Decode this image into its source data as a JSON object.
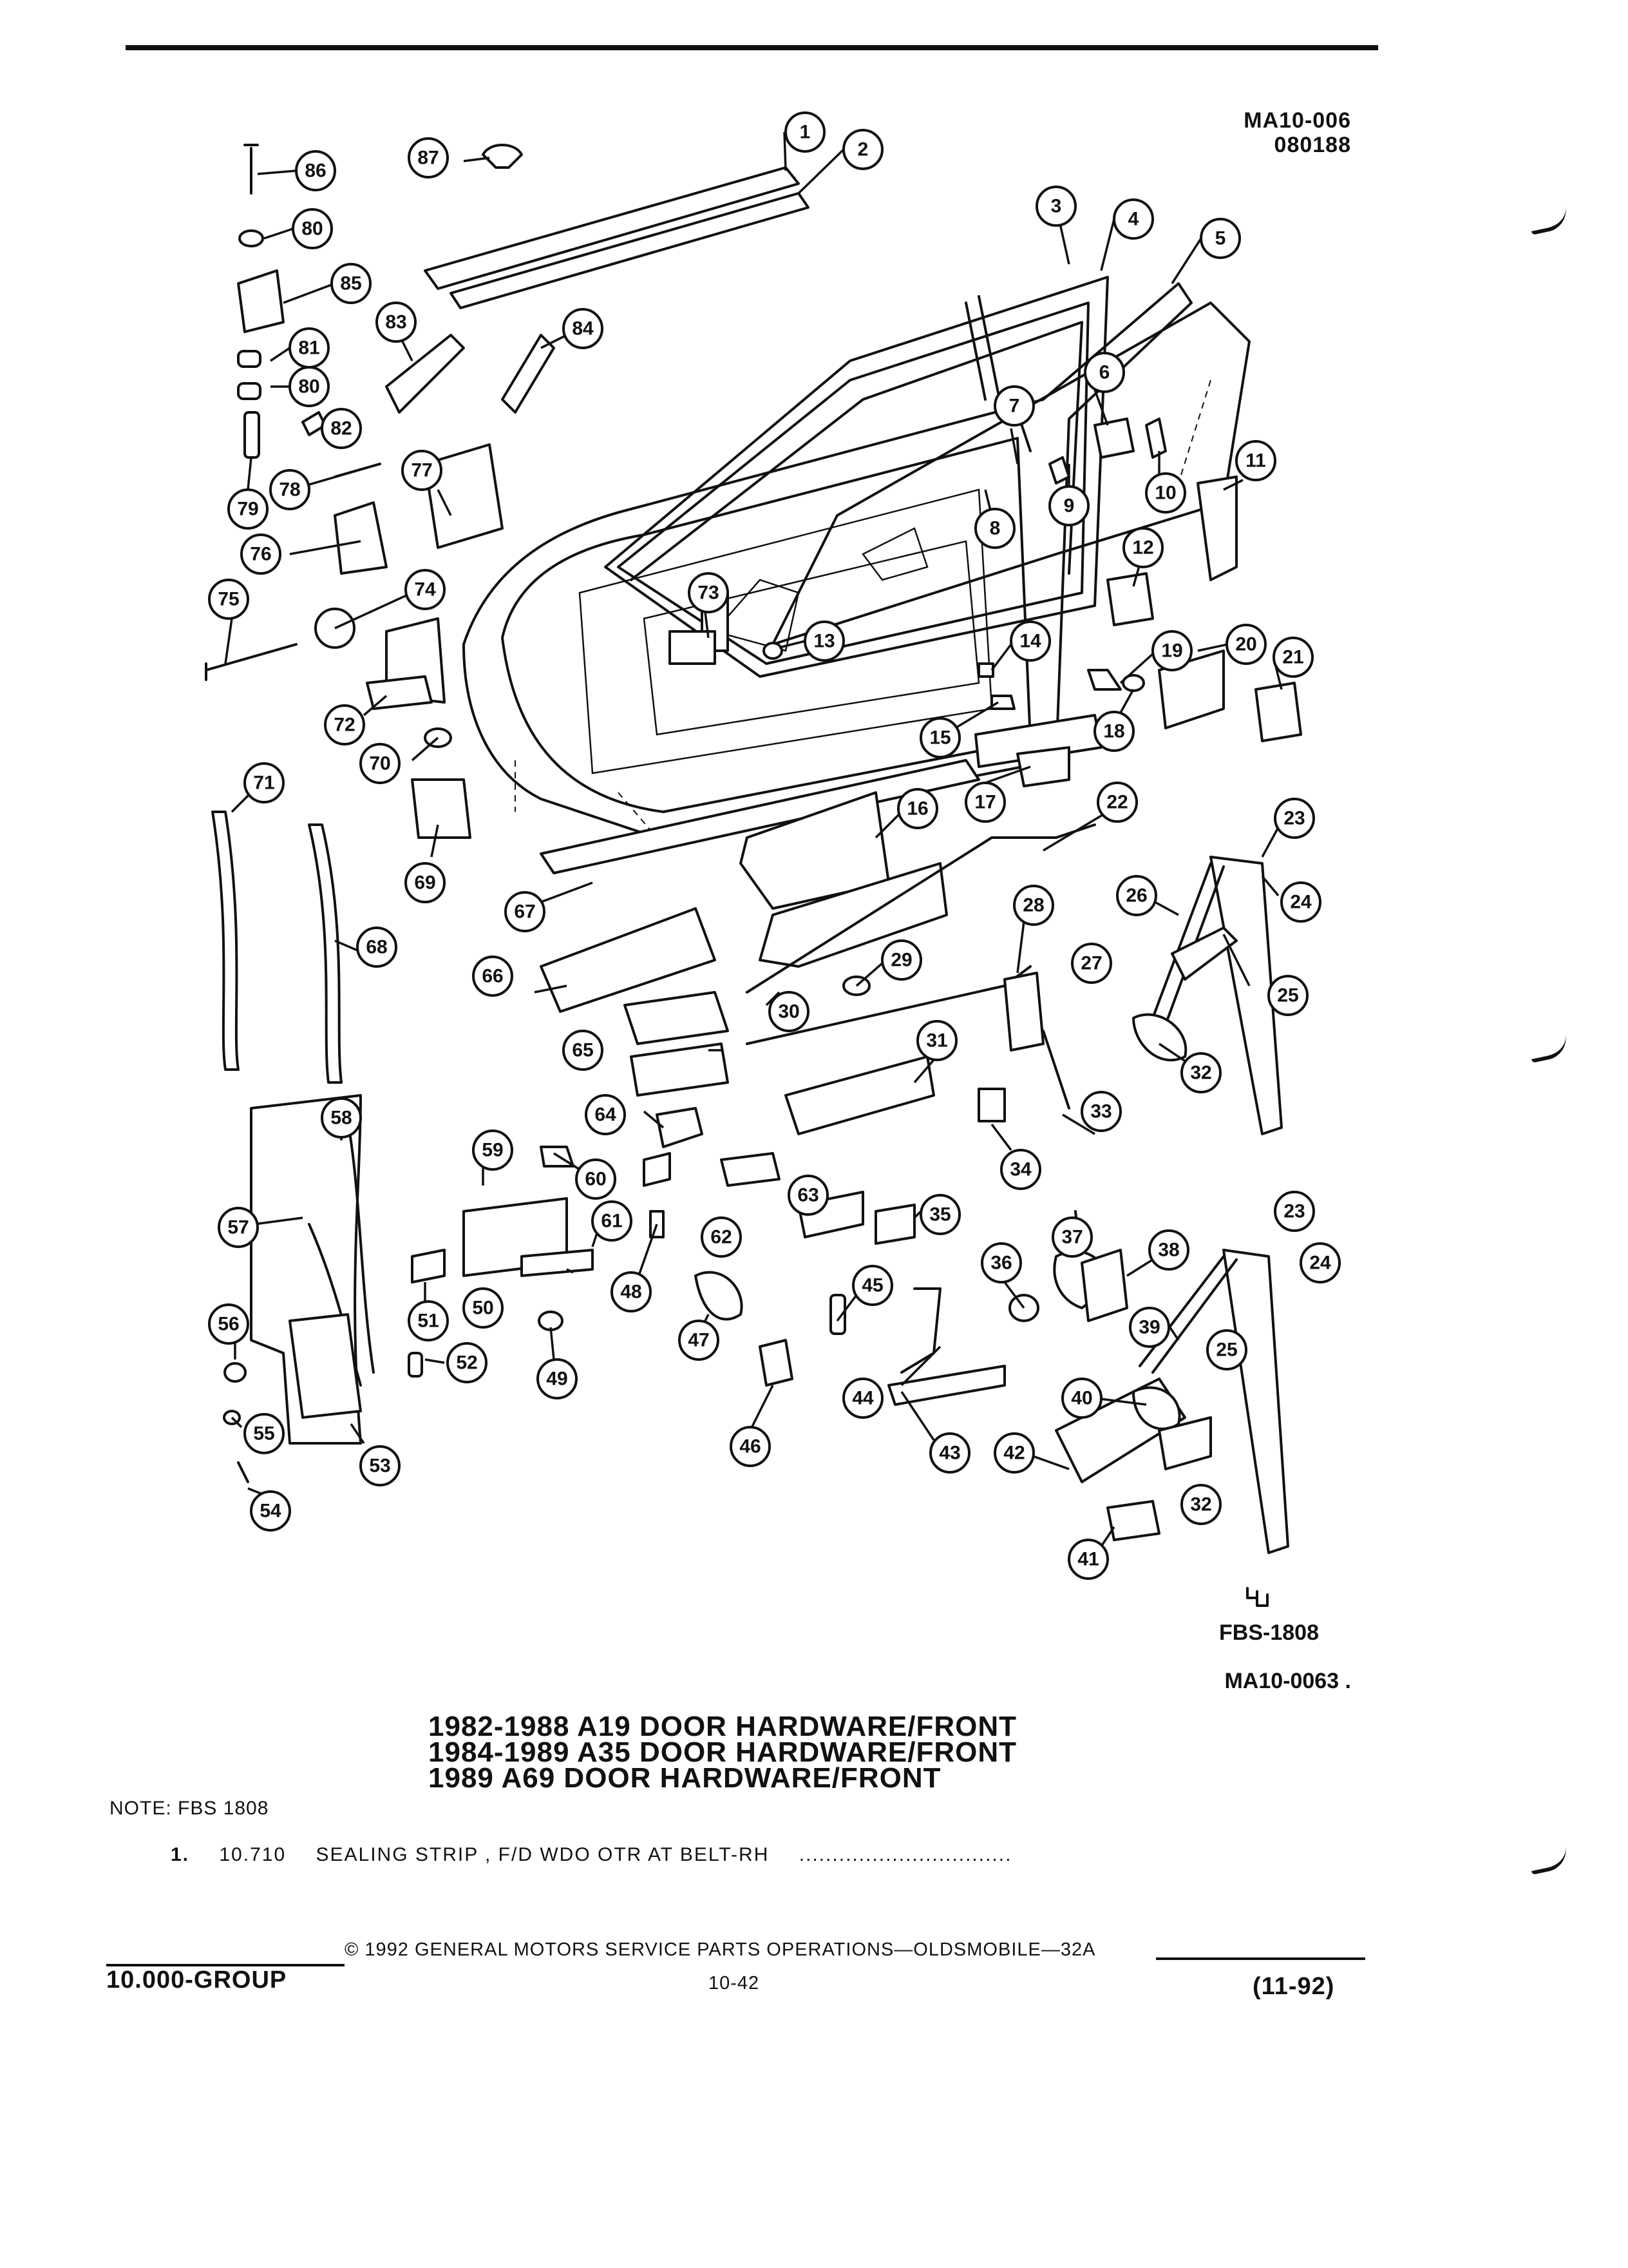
{
  "header": {
    "code": "MA10-006",
    "date_code": "080188"
  },
  "callouts": [
    "1",
    "2",
    "3",
    "4",
    "5",
    "6",
    "7",
    "8",
    "9",
    "10",
    "11",
    "12",
    "13",
    "14",
    "15",
    "16",
    "17",
    "18",
    "19",
    "20",
    "21",
    "22",
    "23",
    "24",
    "25",
    "26",
    "27",
    "28",
    "29",
    "30",
    "31",
    "32",
    "33",
    "34",
    "35",
    "36",
    "37",
    "38",
    "39",
    "40",
    "41",
    "42",
    "43",
    "44",
    "45",
    "46",
    "47",
    "48",
    "49",
    "50",
    "51",
    "52",
    "53",
    "54",
    "55",
    "56",
    "57",
    "58",
    "59",
    "60",
    "61",
    "62",
    "63",
    "64",
    "65",
    "66",
    "67",
    "68",
    "69",
    "70",
    "71",
    "72",
    "73",
    "74",
    "75",
    "76",
    "77",
    "78",
    "79",
    "80",
    "81",
    "82",
    "83",
    "84",
    "85",
    "86",
    "87",
    "23",
    "24",
    "25",
    "32"
  ],
  "figure_codes": {
    "fbs": "FBS-1808",
    "ma": "MA10-0063 ."
  },
  "titles": [
    "1982-1988 A19 DOOR HARDWARE/FRONT",
    "1984-1989 A35 DOOR HARDWARE/FRONT",
    "1989 A69 DOOR HARDWARE/FRONT"
  ],
  "note": "NOTE:  FBS 1808",
  "line_item": {
    "number": "1.",
    "code": "10.710",
    "description": "SEALING STRIP , F/D WDO OTR AT BELT-RH",
    "leader": "................................"
  },
  "footer": {
    "copyright": "©  1992  GENERAL MOTORS SERVICE PARTS OPERATIONS—OLDSMOBILE—32A",
    "group": "10.000-GROUP",
    "page": "10-42",
    "revision": "(11-92)"
  }
}
